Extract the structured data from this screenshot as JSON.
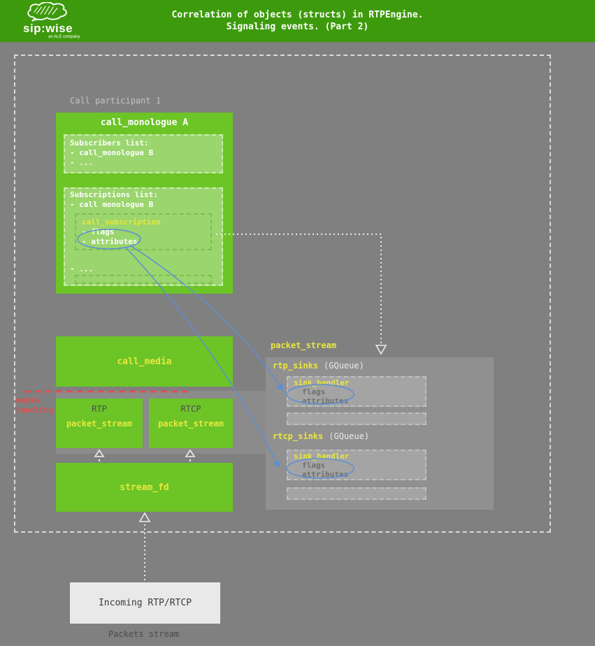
{
  "header": {
    "title_line1": "Correlation of objects (structs) in RTPEngine.",
    "title_line2": "Signaling events. (Part 2)",
    "logo_name": "sip:wise",
    "logo_subtitle": "an ALE company"
  },
  "participant_label": "Call participant 1",
  "call_monologue": {
    "title": "call_monologue A",
    "subscribers_title": "Subscribers list:",
    "subscribers_item1": "- call_monologue B",
    "subscribers_item2": "- ...",
    "subscriptions_title": "Subscriptions list:",
    "subscriptions_item1": "- call monologue B",
    "call_subscription_title": "call_subscription",
    "call_subscription_flags": "- flags",
    "call_subscription_attributes": "- attributes",
    "subscriptions_more": "- ..."
  },
  "call_media_title": "call_media",
  "media_handling": {
    "line1": "media",
    "line2": "handling"
  },
  "rtp": {
    "label": "RTP",
    "name": "packet_stream"
  },
  "rtcp": {
    "label": "RTCP",
    "name": "packet_stream"
  },
  "stream_fd_title": "stream_fd",
  "incoming_label": "Incoming RTP/RTCP",
  "packets_stream_label": "Packets stream",
  "right_panel": {
    "title": "packet_stream",
    "rtp_sinks_name": "rtp_sinks",
    "rtp_sinks_type": "(GQueue)",
    "rtcp_sinks_name": "rtcp_sinks",
    "rtcp_sinks_type": "(GQueue)",
    "sink1": {
      "title": "sink_handler",
      "flags": "flags",
      "attributes": "attributes"
    },
    "sink2": {
      "title": "sink_handler",
      "flags": "flags",
      "attributes": "attributes"
    }
  },
  "colors": {
    "header_green": "#3d9a0c",
    "box_green": "#6cc427",
    "inner_green": "#9bd56e",
    "accent_yellow": "#e9e73d",
    "background_gray": "#808080",
    "panel_gray": "#909090",
    "sink_gray": "#a4a4a4",
    "alert_red": "#e04f4f",
    "link_blue": "#5b8fd4"
  }
}
